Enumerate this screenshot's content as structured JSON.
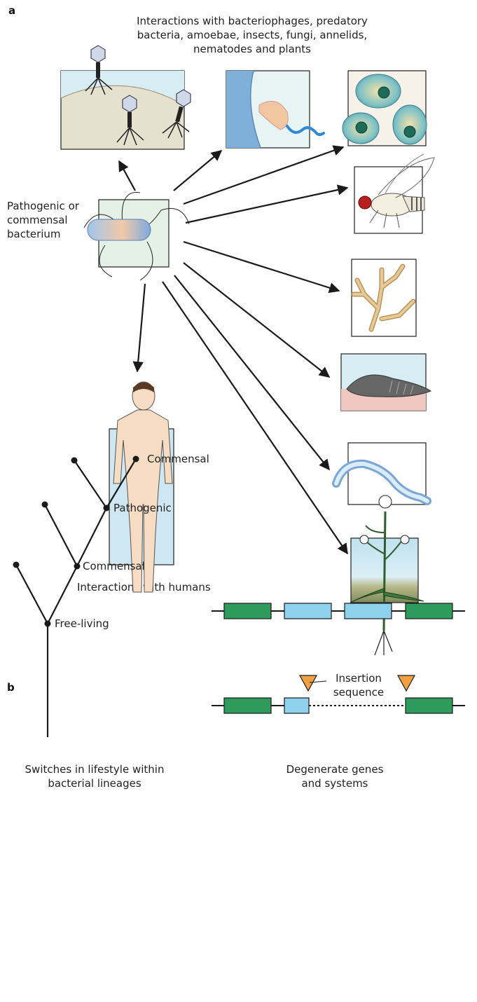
{
  "panel_a": {
    "label": "a",
    "title_line1": "Interactions with bacteriophages, predatory",
    "title_line2": "bacteria, amoebae, insects, fungi, annelids,",
    "title_line3": "nematodes and plants",
    "bacterium_line1": "Pathogenic or",
    "bacterium_line2": "commensal",
    "bacterium_line3": "bacterium",
    "humans_caption": "Interactions with humans"
  },
  "panel_b": {
    "label": "b",
    "tree_labels": {
      "commensal_top": "Commensal",
      "pathogenic": "Pathogenic",
      "commensal_mid": "Commensal",
      "free_living": "Free-living"
    },
    "tree_caption_line1": "Switches in  lifestyle within",
    "tree_caption_line2": "bacterial lineages",
    "insertion_line1": "Insertion",
    "insertion_line2": "sequence",
    "genes_caption_line1": "Degenerate genes",
    "genes_caption_line2": "and systems"
  },
  "colors": {
    "gene_green": "#2e9a5c",
    "gene_blue": "#8fd0ec",
    "insertion_orange": "#f0a040",
    "arrow": "#1a1a1a"
  }
}
